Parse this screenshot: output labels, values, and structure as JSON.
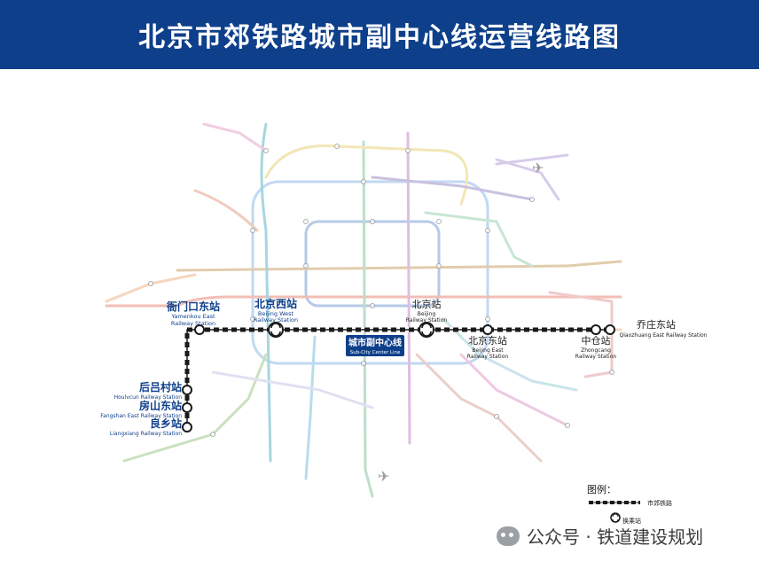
{
  "header": {
    "title": "北京市郊铁路城市副中心线运营线路图"
  },
  "center_label": {
    "cn": "城市副中心线",
    "en": "Sub-City Center Line"
  },
  "stations": {
    "yamenkou": {
      "cn": "衙门口东站",
      "en1": "Yamenkou East",
      "en2": "Railway Station"
    },
    "beijing_west": {
      "cn": "北京西站",
      "en1": "Beijing West",
      "en2": "Railway Station"
    },
    "beijing": {
      "cn": "北京站",
      "en1": "Beijing",
      "en2": "Railway Station"
    },
    "beijing_east": {
      "cn": "北京东站",
      "en1": "Beijing East",
      "en2": "Railway Station"
    },
    "zhongcang": {
      "cn": "中仓站",
      "en1": "Zhongcang",
      "en2": "Railway Station"
    },
    "qiaozhuang": {
      "cn": "乔庄东站",
      "en1": "Qiaozhuang East Railway Station"
    },
    "houlvcun": {
      "cn": "后吕村站",
      "en1": "Houlvcun Railway Station"
    },
    "fangshan": {
      "cn": "房山东站",
      "en1": "Fangshan East Railway Station"
    },
    "liangxiang": {
      "cn": "良乡站",
      "en1": "Liangxiang Railway Station"
    }
  },
  "legend": {
    "title": "图例：",
    "line_label": "市郊铁路",
    "transfer_label": "换乘站"
  },
  "watermark": {
    "text": "公众号 · 铁道建设规划"
  },
  "colors": {
    "header_bg": "#0e3f8a",
    "line": "#1a1a1a",
    "station_text": "#0e3f8a"
  }
}
